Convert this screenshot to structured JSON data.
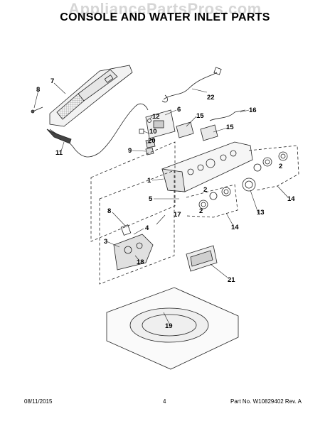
{
  "watermark": "AppliancePartsPros.com",
  "title": "CONSOLE AND WATER INLET PARTS",
  "footer": {
    "date": "08/11/2015",
    "page": "4",
    "part_info": "Part No.  W10829402  Rev.  A"
  },
  "callouts": [
    "7",
    "8",
    "22",
    "6",
    "16",
    "15",
    "12",
    "10",
    "20",
    "15",
    "9",
    "11",
    "1",
    "2",
    "2",
    "5",
    "17",
    "14",
    "13",
    "8",
    "4",
    "3",
    "18",
    "14",
    "2",
    "21",
    "19"
  ]
}
